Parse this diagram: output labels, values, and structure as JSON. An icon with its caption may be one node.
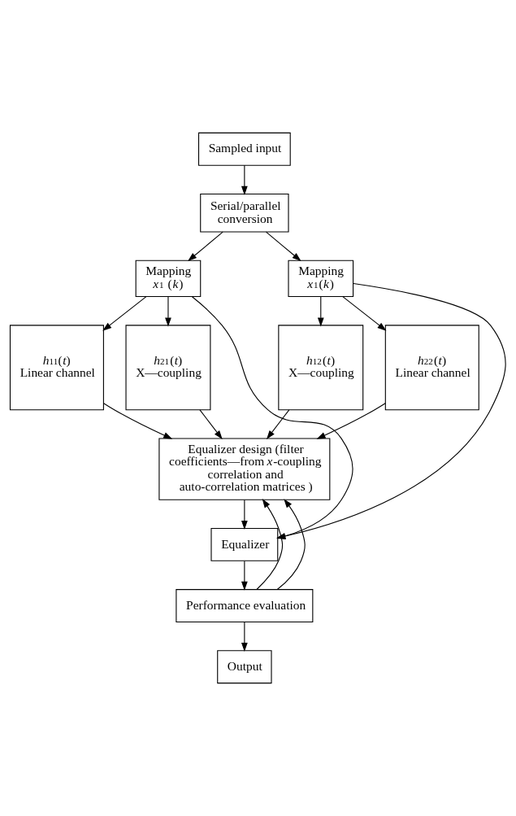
{
  "diagram": {
    "nodes": [
      {
        "text": [
          "Sampled input"
        ]
      },
      {
        "text": [
          "Serial/parallel conversion"
        ]
      },
      {
        "text": [
          "Mapping *x*$_{1}$ (*k*)"
        ]
      },
      {
        "text": [
          "Mapping *x*$_{1}$(*k*)"
        ]
      },
      {
        "text": [
          "*h*$_{11}$(*t*)",
          "Linear channel"
        ]
      },
      {
        "text": [
          "*h*$_{21}$(*t*)",
          "X—coupling"
        ]
      },
      {
        "text": [
          "*h*$_{12}$(*t*)",
          "X—coupling"
        ]
      },
      {
        "text": [
          "*h*$_{22}$(*t*)",
          "Linear channel"
        ]
      },
      {
        "text": [
          "Equalizer design (filter coefficients—from *x*-coupling correlation and auto-correlation matrices )"
        ]
      },
      {
        "text": [
          "Equalizer"
        ]
      },
      {
        "text": [
          "Performance evaluation"
        ]
      },
      {
        "text": [
          "Output"
        ]
      }
    ],
    "edges": [
      {
        "from": 0,
        "to": 1,
        "arrow": "to"
      },
      {
        "from": 1,
        "to": 2,
        "arrow": "to"
      },
      {
        "from": 1,
        "to": 3,
        "arrow": "to"
      },
      {
        "from": 2,
        "to": 4,
        "arrow": "to"
      },
      {
        "from": 2,
        "to": 5,
        "arrow": "to"
      },
      {
        "from": 3,
        "to": 6,
        "arrow": "to"
      },
      {
        "from": 3,
        "to": 7,
        "arrow": "to"
      },
      {
        "from": 4,
        "to": 8,
        "arrow": "to"
      },
      {
        "from": 5,
        "to": 8,
        "arrow": "to"
      },
      {
        "from": 6,
        "to": 8,
        "arrow": "to"
      },
      {
        "from": 7,
        "to": 8,
        "arrow": "to"
      },
      {
        "from": 8,
        "to": 9,
        "arrow": "to"
      },
      {
        "from": 2,
        "to": 9,
        "arrow": "to"
      },
      {
        "from": 3,
        "to": 9,
        "arrow": "to"
      },
      {
        "from": 9,
        "to": 10,
        "arrow": "to"
      },
      {
        "from": 10,
        "to": 8,
        "arrow": "to"
      },
      {
        "from": 10,
        "to": 8,
        "arrow": "to"
      },
      {
        "from": 10,
        "to": 11,
        "arrow": "to"
      }
    ]
  }
}
